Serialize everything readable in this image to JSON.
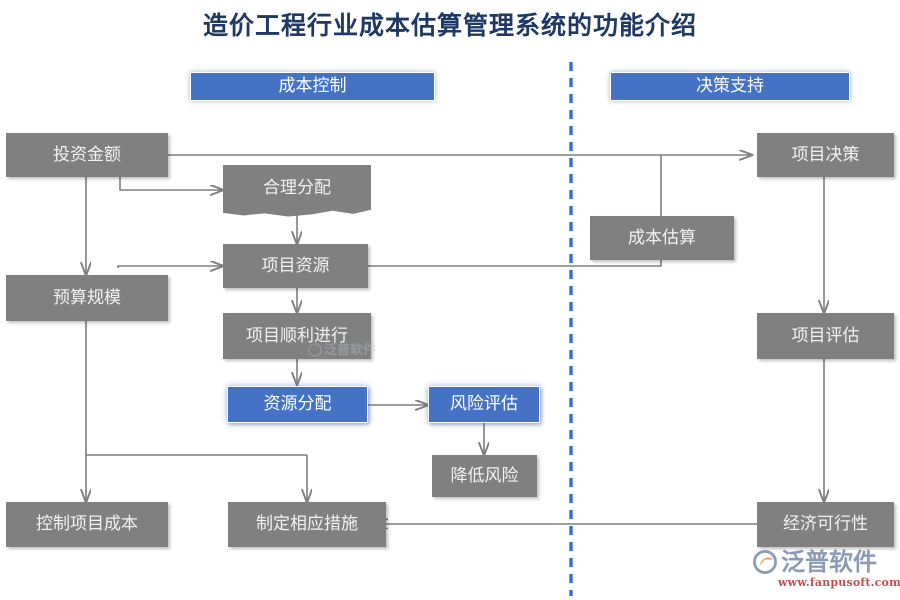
{
  "title": "造价工程行业成本估算管理系统的功能介绍",
  "colors": {
    "title": "#1f3864",
    "node_gray": "#808080",
    "node_blue": "#4472c4",
    "header_blue": "#4472c4",
    "connector": "#7f7f7f",
    "divider": "#2f6fd0",
    "logo_text": "#8c9bb5",
    "logo_url": "#c0504d"
  },
  "headers": [
    {
      "id": "cost-control",
      "label": "成本控制"
    },
    {
      "id": "decision-support",
      "label": "决策支持"
    }
  ],
  "nodes": [
    {
      "id": "investment-amount",
      "label": "投资金额",
      "style": "gray"
    },
    {
      "id": "reasonable-allocation",
      "label": "合理分配",
      "style": "gray-wavy"
    },
    {
      "id": "project-resources",
      "label": "项目资源",
      "style": "gray"
    },
    {
      "id": "budget-scale",
      "label": "预算规模",
      "style": "gray"
    },
    {
      "id": "project-smooth",
      "label": "项目顺利进行",
      "style": "gray"
    },
    {
      "id": "resource-allocation",
      "label": "资源分配",
      "style": "blue"
    },
    {
      "id": "risk-assessment",
      "label": "风险评估",
      "style": "blue"
    },
    {
      "id": "reduce-risk",
      "label": "降低风险",
      "style": "gray"
    },
    {
      "id": "control-project-cost",
      "label": "控制项目成本",
      "style": "gray"
    },
    {
      "id": "formulate-measures",
      "label": "制定相应措施",
      "style": "gray"
    },
    {
      "id": "project-decision",
      "label": "项目决策",
      "style": "gray"
    },
    {
      "id": "cost-estimation",
      "label": "成本估算",
      "style": "gray"
    },
    {
      "id": "project-evaluation",
      "label": "项目评估",
      "style": "gray"
    },
    {
      "id": "economic-feasibility",
      "label": "经济可行性",
      "style": "gray"
    }
  ],
  "divider": {
    "orientation": "vertical",
    "style": "dashed"
  },
  "logo": {
    "brand": "泛普软件",
    "url": "www.fanpusoft.com"
  },
  "watermark": {
    "brand": "泛普软件"
  }
}
